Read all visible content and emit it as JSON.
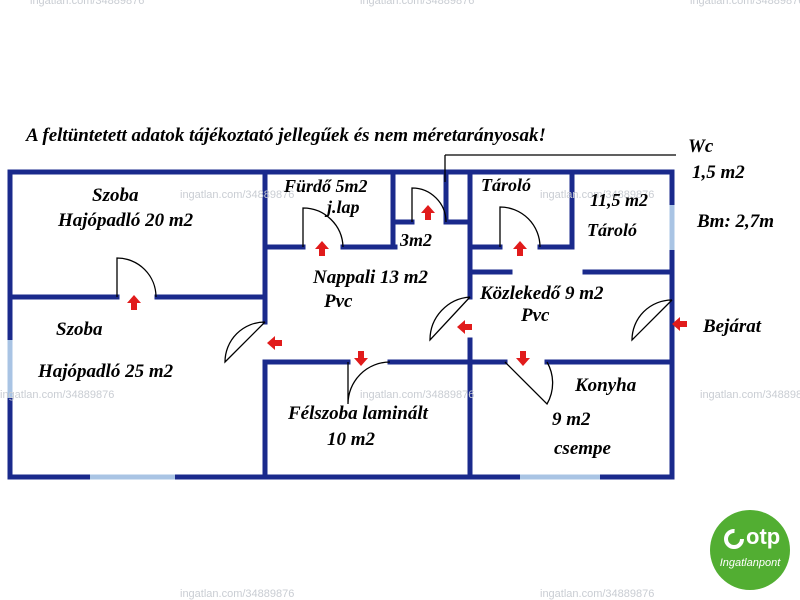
{
  "disclaimer": "A feltüntetett adatok tájékoztató jellegűek és nem méretarányosak!",
  "watermark": "ingatlan.com/34889876",
  "rooms": {
    "szoba1_name": "Szoba",
    "szoba1_floor": "Hajópadló 20 m2",
    "szoba2_name": "Szoba",
    "szoba2_floor": "Hajópadló 25 m2",
    "furdo": "Fürdő 5m2",
    "furdo_floor": "j.lap",
    "area_3m2": "3m2",
    "wc_name": "Wc",
    "wc_area": "1,5 m2",
    "bm": "Bm: 2,7m",
    "tarolo1": "Tároló",
    "tarolo2_area": "11,5 m2",
    "tarolo2": "Tároló",
    "nappali": "Nappali 13 m2",
    "nappali_floor": "Pvc",
    "kozlekedo": "Közlekedő 9 m2",
    "kozlekedo_floor": "Pvc",
    "bejarat": "Bejárat",
    "konyha": "Konyha",
    "konyha_area": "9 m2",
    "konyha_floor": "csempe",
    "felszoba": "Félszoba laminált",
    "felszoba_area": "10 m2"
  },
  "logo": {
    "brand": "otp",
    "sub": "Ingatlanpont"
  },
  "colors": {
    "wall": "#1a2a8c",
    "window": "#a9c4e4",
    "arrow": "#e11b1b",
    "logo": "#52ae32"
  }
}
